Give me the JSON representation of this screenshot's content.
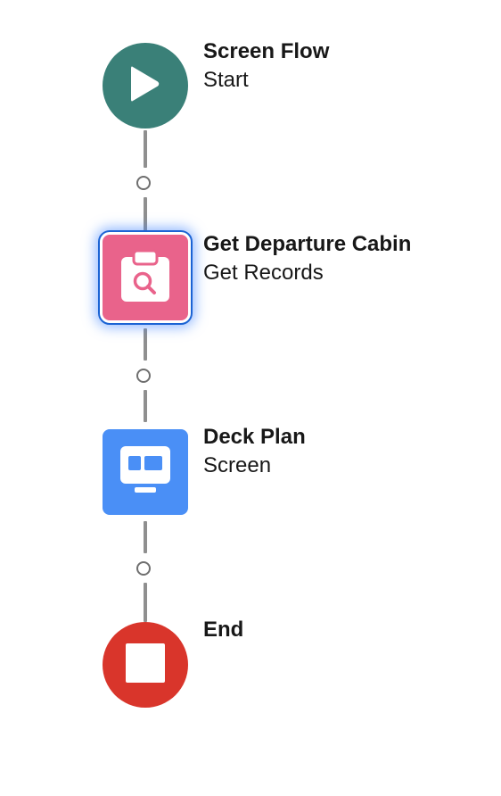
{
  "flow": {
    "nodes": [
      {
        "title": "Screen Flow",
        "subtitle": "Start",
        "color": "#3a8078",
        "icon": "play-icon",
        "shape": "circle"
      },
      {
        "title": "Get Departure Cabin",
        "subtitle": "Get Records",
        "color": "#e9638b",
        "icon": "record-lookup-icon",
        "shape": "square",
        "selected": true
      },
      {
        "title": "Deck Plan",
        "subtitle": "Screen",
        "color": "#4a8ff6",
        "icon": "screen-icon",
        "shape": "square"
      },
      {
        "title": "End",
        "subtitle": "",
        "color": "#d9352b",
        "icon": "stop-icon",
        "shape": "circle"
      }
    ],
    "connector_color": "#8f8f8f"
  }
}
